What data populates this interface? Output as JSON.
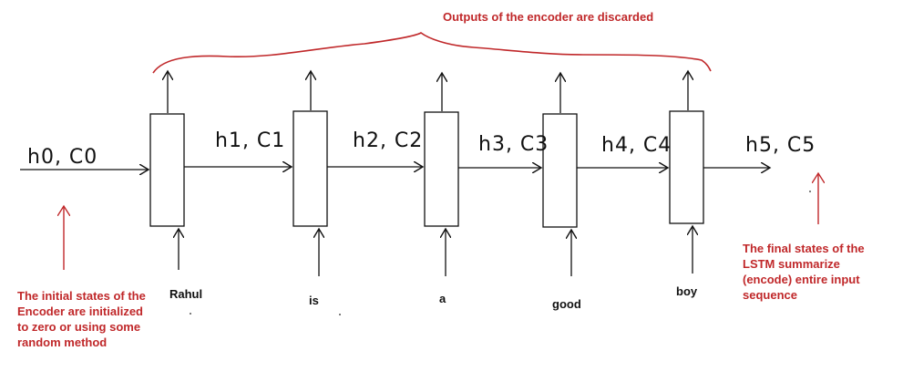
{
  "title": "Outputs of the encoder are discarded",
  "initial_state_label": "h0, C0",
  "state_labels": [
    "h1, C1",
    "h2, C2",
    "h3, C3",
    "h4, C4"
  ],
  "final_state_label": "h5, C5",
  "input_words": [
    "Rahul",
    "is",
    "a",
    "good",
    "boy"
  ],
  "annotations": {
    "initial_note": [
      "The initial states of the",
      "Encoder are initialized",
      "to zero or using some",
      "random method"
    ],
    "final_note": [
      "The final states of the",
      "LSTM summarize",
      "(encode) entire input",
      "sequence"
    ]
  },
  "colors": {
    "annotation": "#c0282a",
    "ink": "#111111"
  }
}
